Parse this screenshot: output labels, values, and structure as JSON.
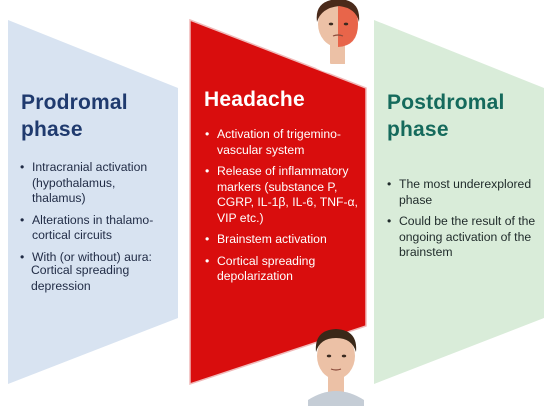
{
  "colors": {
    "prodromal_bg": "#d8e3f1",
    "headache_bg": "#d90d0d",
    "headache_border": "#f0b9b9",
    "postdromal_bg": "#d9ecd9",
    "prodromal_title": "#1f3a6e",
    "postdromal_title": "#156a5c"
  },
  "phases": {
    "prodromal": {
      "title_line1": "Prodromal",
      "title_line2": "phase",
      "items": [
        "Intracranial activation (hypothalamus, thalamus)",
        "Alterations in thalamo-cortical circuits",
        "With (or without) aura:",
        "Cortical spreading depression"
      ]
    },
    "headache": {
      "title": "Headache",
      "items": [
        "Activation of trigemino-vascular system",
        "Release of inflammatory markers (substance P, CGRP, IL-1β, IL-6, TNF-α, VIP etc.)",
        "Brainstem activation",
        "Cortical spreading depolarization"
      ]
    },
    "postdromal": {
      "title_line1": "Postdromal",
      "title_line2": "phase",
      "items": [
        "The most underexplored phase",
        "Could be the result of the ongoing activation of the brainstem"
      ]
    }
  },
  "illustrations": {
    "top_face": "face-with-headache-icon",
    "bottom_face": "neutral-face-icon"
  }
}
